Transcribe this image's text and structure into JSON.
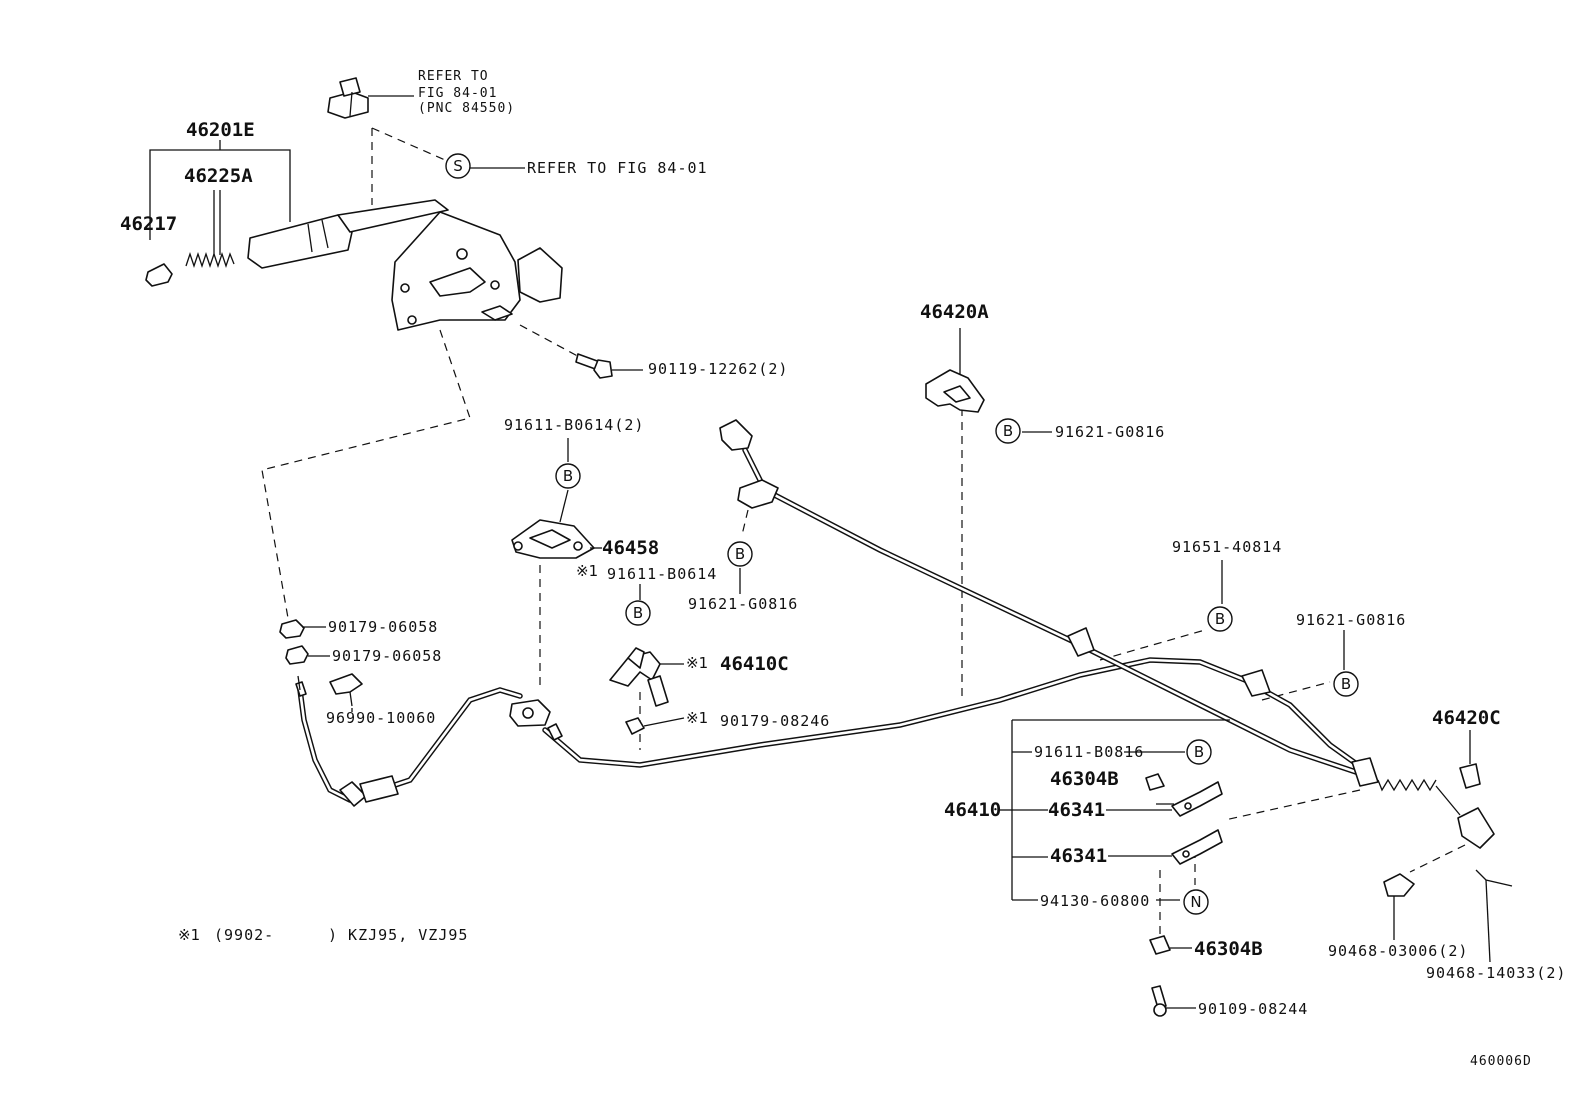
{
  "labels": {
    "refer_to_line1": "REFER TO",
    "refer_to_line2": "FIG 84-01",
    "refer_to_line3": "(PNC 84550)",
    "p46201E": "46201E",
    "p46225A": "46225A",
    "p46217": "46217",
    "refer_fig": "REFER TO FIG 84-01",
    "p90119": "90119-12262(2)",
    "p46420A": "46420A",
    "p91621_top": "91621-G0816",
    "p91611_B0614_2": "91611-B0614(2)",
    "p46458": "46458",
    "p91611_B0614": "91611-B0614",
    "p91621_mid": "91621-G0816",
    "p91651": "91651-40814",
    "p91621_right": "91621-G0816",
    "p90179_a": "90179-06058",
    "p90179_b": "90179-06058",
    "p46410C": "46410C",
    "p96990": "96990-10060",
    "p90179_08246": "90179-08246",
    "p46420C": "46420C",
    "p91611_B0816": "91611-B0816",
    "p46304B_top": "46304B",
    "p46341_top": "46341",
    "p46410": "46410",
    "p46341_bot": "46341",
    "p94130": "94130-60800",
    "p46304B_bot": "46304B",
    "p90109": "90109-08244",
    "p90468_03006": "90468-03006(2)",
    "p90468_14033": "90468-14033(2)",
    "footnote_code": "(9902-",
    "footnote_models": ") KZJ95, VZJ95",
    "diagram_id": "460006D"
  },
  "markers": {
    "s": "S",
    "b": "B",
    "n": "N",
    "note": "※1"
  }
}
